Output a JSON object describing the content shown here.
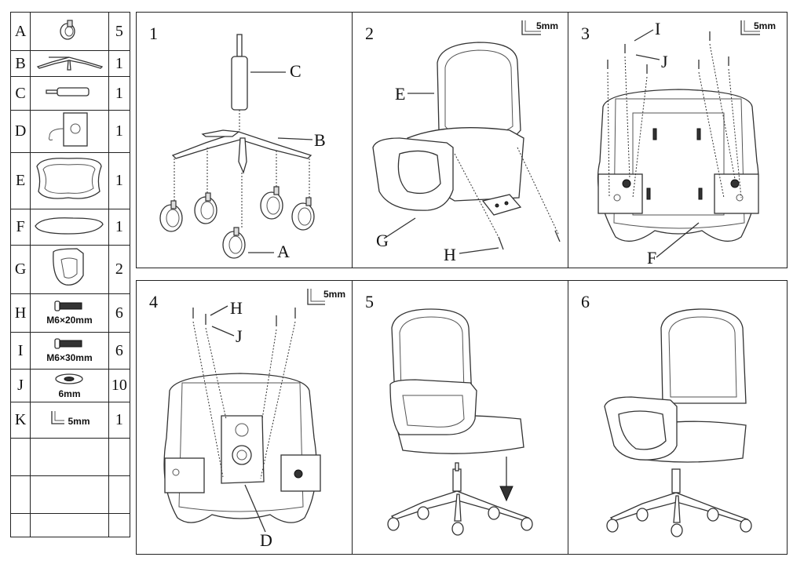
{
  "parts": [
    {
      "letter": "A",
      "icon": "caster-wheel-icon",
      "size": "",
      "qty": "5"
    },
    {
      "letter": "B",
      "icon": "base-icon",
      "size": "",
      "qty": "1"
    },
    {
      "letter": "C",
      "icon": "gas-cylinder-icon",
      "size": "",
      "qty": "1"
    },
    {
      "letter": "D",
      "icon": "mechanism-plate-icon",
      "size": "",
      "qty": "1"
    },
    {
      "letter": "E",
      "icon": "backrest-icon",
      "size": "",
      "qty": "1"
    },
    {
      "letter": "F",
      "icon": "seat-icon",
      "size": "",
      "qty": "1"
    },
    {
      "letter": "G",
      "icon": "armrest-icon",
      "size": "",
      "qty": "2"
    },
    {
      "letter": "H",
      "icon": "bolt-icon",
      "size": "M6×20mm",
      "qty": "6"
    },
    {
      "letter": "I",
      "icon": "bolt-icon",
      "size": "M6×30mm",
      "qty": "6"
    },
    {
      "letter": "J",
      "icon": "washer-icon",
      "size": "6mm",
      "qty": "10"
    },
    {
      "letter": "K",
      "icon": "allen-key-icon",
      "size": "5mm",
      "qty": "1"
    },
    {
      "letter": "",
      "icon": "",
      "size": "",
      "qty": ""
    },
    {
      "letter": "",
      "icon": "",
      "size": "",
      "qty": ""
    },
    {
      "letter": "",
      "icon": "",
      "size": "",
      "qty": ""
    }
  ],
  "steps": [
    {
      "number": "1",
      "labels": {
        "c": "C",
        "b": "B",
        "a": "A"
      }
    },
    {
      "number": "2",
      "tool": "5mm",
      "labels": {
        "e": "E",
        "g": "G",
        "h": "H"
      }
    },
    {
      "number": "3",
      "tool": "5mm",
      "labels": {
        "i": "I",
        "j": "J",
        "f": "F"
      }
    },
    {
      "number": "4",
      "tool": "5mm",
      "labels": {
        "h": "H",
        "j": "J",
        "d": "D"
      }
    },
    {
      "number": "5"
    },
    {
      "number": "6"
    }
  ]
}
